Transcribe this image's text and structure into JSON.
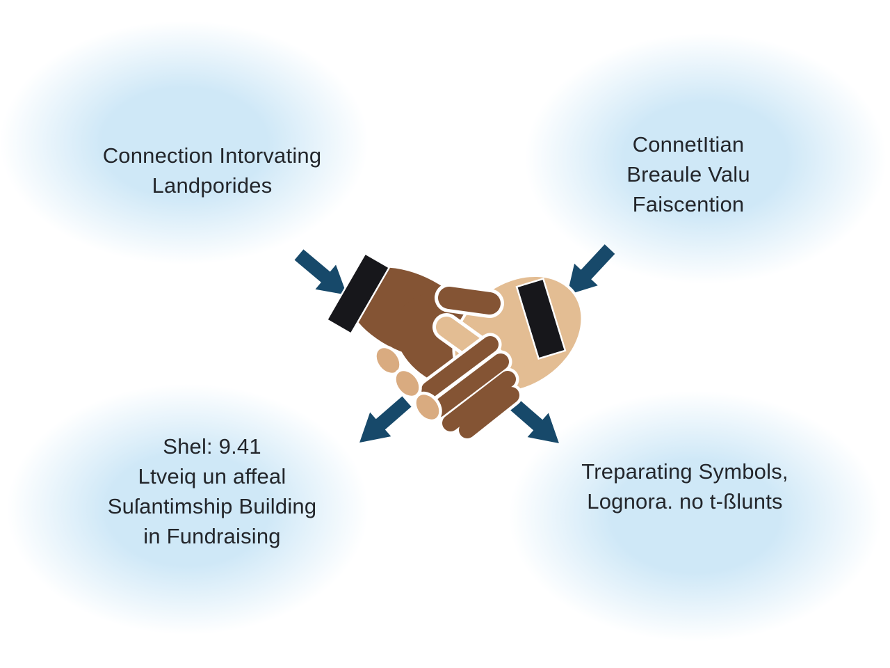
{
  "labels": {
    "top_left": {
      "lines": [
        "Connection Intorvating",
        "Landporides"
      ]
    },
    "top_right": {
      "lines": [
        "ConnetItian",
        "Breaule Valu",
        "Faiscention"
      ]
    },
    "bottom_left": {
      "lines": [
        "Shel: 9.41",
        "Ltveiq un affeal",
        "Suſantimship Building",
        "in Fundraising"
      ]
    },
    "bottom_right": {
      "lines": [
        "Treparating Symbols,",
        "Lognora. no t-ßlunts"
      ]
    }
  },
  "icons": {
    "center": "handshake-icon",
    "arrows": [
      "arrow-top-left-icon",
      "arrow-top-right-icon",
      "arrow-bottom-left-icon",
      "arrow-bottom-right-icon"
    ]
  },
  "colors": {
    "background": "#ffffff",
    "blob": "#cfe8f7",
    "text": "#23262b",
    "arrow": "#17496a",
    "hand_dark": "#845434",
    "hand_light": "#e3bd93",
    "finger_light": "#d9ab80",
    "cuff": "#17171b",
    "outline": "#ffffff"
  }
}
